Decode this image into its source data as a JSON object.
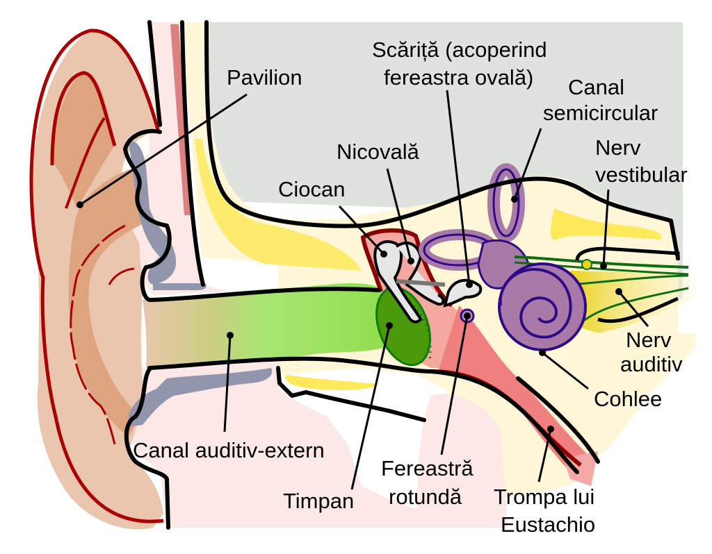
{
  "diagram": {
    "title": "Anatomia urechii",
    "language": "Romanian",
    "labels": {
      "pavilion": "Pavilion",
      "scarita_line1": "Scăriță (acoperind",
      "scarita_line2": "fereastra ovală)",
      "canal_semicircular_line1": "Canal",
      "canal_semicircular_line2": "semicircular",
      "nicovala": "Nicovală",
      "ciocan": "Ciocan",
      "nerv_vestibular_line1": "Nerv",
      "nerv_vestibular_line2": "vestibular",
      "nerv_auditiv_line1": "Nerv",
      "nerv_auditiv_line2": "auditiv",
      "cohlee": "Cohlee",
      "canal_auditiv_extern": "Canal auditiv-extern",
      "timpan": "Timpan",
      "fereastra_rotunda_line1": "Fereastră",
      "fereastra_rotunda_line2": "rotundă",
      "trompa_line1": "Trompa lui",
      "trompa_line2": "Eustachio"
    },
    "colors": {
      "skull_gray": "#dfe3dd",
      "bone_cream": "#fff7d8",
      "bone_yellow": "#fde95a",
      "skin_pink": "#fde8e8",
      "pinna_light": "#e9c6ad",
      "pinna_dark": "#dea37f",
      "pinna_outline": "#aa0000",
      "cartilage_gray": "#9196ad",
      "canal_green": "#9de35a",
      "eardrum_green": "#4a9a0a",
      "ossicle_gray": "#e6e6e6",
      "middle_ear_red": "#f5a8a0",
      "middle_ear_outline": "#8b0000",
      "cochlea_purple": "#a97aa8",
      "cochlea_outline": "#2e0a85",
      "nerve_green": "#0d6e12",
      "nerve_yellow": "#e8d21a",
      "eustachian_red": "#f08080"
    }
  }
}
